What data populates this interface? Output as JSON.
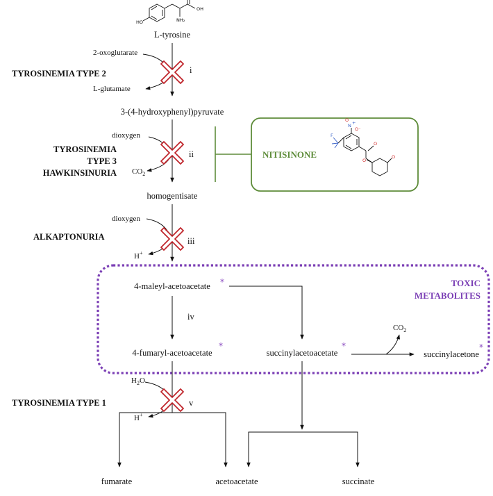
{
  "metabolites": {
    "tyrosine": "L-tyrosine",
    "hpp": "3-(4-hydroxyphenyl)pyruvate",
    "homogentisate": "homogentisate",
    "maleyl": "4-maleyl-acetoacetate",
    "fumaryl": "4-fumaryl-acetoacetate",
    "succinylacetoacetate": "succinylacetoacetate",
    "succinylacetone": "succinylacetone",
    "fumarate": "fumarate",
    "acetoacetate": "acetoacetate",
    "succinate": "succinate"
  },
  "cosubstrates": {
    "oxoglutarate": "2-oxoglutarate",
    "glutamate": "L-glutamate",
    "dioxygen_1": "dioxygen",
    "co2_1": "CO",
    "co2_1_sub": "2",
    "dioxygen_2": "dioxygen",
    "hplus_1": "H",
    "hplus_1_sup": "+",
    "co2_2": "CO",
    "co2_2_sub": "2",
    "h2o": "H",
    "h2o_sub": "2",
    "h2o_tail": "O",
    "hplus_2": "H",
    "hplus_2_sup": "+"
  },
  "steps": {
    "i": "i",
    "ii": "ii",
    "iii": "iii",
    "iv": "iv",
    "v": "v"
  },
  "diseases": {
    "tyr2": "TYROSINEMIA TYPE 2",
    "tyr3_line1": "TYROSINEMIA",
    "tyr3_line2": "TYPE 3",
    "hawk": "HAWKINSINURIA",
    "alk": "ALKAPTONURIA",
    "tyr1": "TYROSINEMIA TYPE 1"
  },
  "drug": {
    "name": "NITISINONE",
    "color": "#5e8c3a"
  },
  "toxic": {
    "line1": "TOXIC",
    "line2": "METABOLITES",
    "color": "#7b3fb5",
    "star": "*"
  },
  "block_color": "#c0272d",
  "structure_atoms": {
    "tyr_ho": "HO",
    "tyr_oh": "OH",
    "tyr_o": "O",
    "tyr_nh2": "NH₂",
    "nit_f": "F",
    "nit_n": "N",
    "nit_nplus": "+",
    "nit_o1": "O",
    "nit_ominus": "O⁻",
    "nit_o2": "O",
    "nit_o3": "O",
    "nit_o4": "O"
  }
}
